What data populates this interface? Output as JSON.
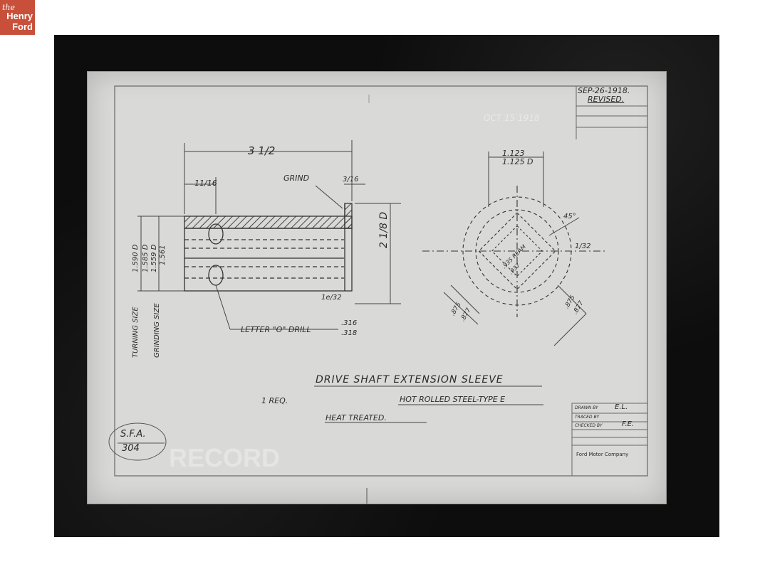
{
  "logo": {
    "line1": "the",
    "line2": "Henry",
    "line3": "Ford"
  },
  "drawing": {
    "date_stamp": "SEP-26-1918.",
    "revised": "REVISED.",
    "received_stamp": "OCT 15 1918",
    "dim_length": "3 1/2",
    "dim_left": "11/16",
    "grind": "GRIND",
    "dim_right": "3/16",
    "dim_outer_dia": "2 1/8 D",
    "dim_bottom": "1e/32",
    "turning_size_label": "TURNING SIZE",
    "turning_size_value": "1.590 D",
    "grinding_size_label": "GRINDING SIZE",
    "grinding_size_values": [
      "1.585 D",
      "1.559 D",
      "1.561"
    ],
    "drill_note": "LETTER \"O\" DRILL",
    "drill_values": [
      ".316",
      ".318"
    ],
    "bore_values": [
      "1.123",
      "1.125 D"
    ],
    "angle": "45°",
    "chamfer": "1/32",
    "ream_values": [
      ".935 REAM",
      ".937"
    ],
    "flat_left": [
      ".875",
      ".877"
    ],
    "flat_right": [
      ".875",
      ".877"
    ],
    "title": "DRIVE SHAFT EXTENSION SLEEVE",
    "material": "HOT ROLLED STEEL-TYPE E",
    "heat": "HEAT TREATED.",
    "qty": "1 REQ.",
    "part_code_1": "S.F.A.",
    "part_code_2": "304",
    "record": "RECORD",
    "title_block": {
      "drawn": "DRAWN BY",
      "drawn_init": "E.L.",
      "traced": "TRACED BY",
      "checked": "CHECKED BY",
      "checked_init": "F.E.",
      "company": "Ford Motor Company"
    }
  }
}
